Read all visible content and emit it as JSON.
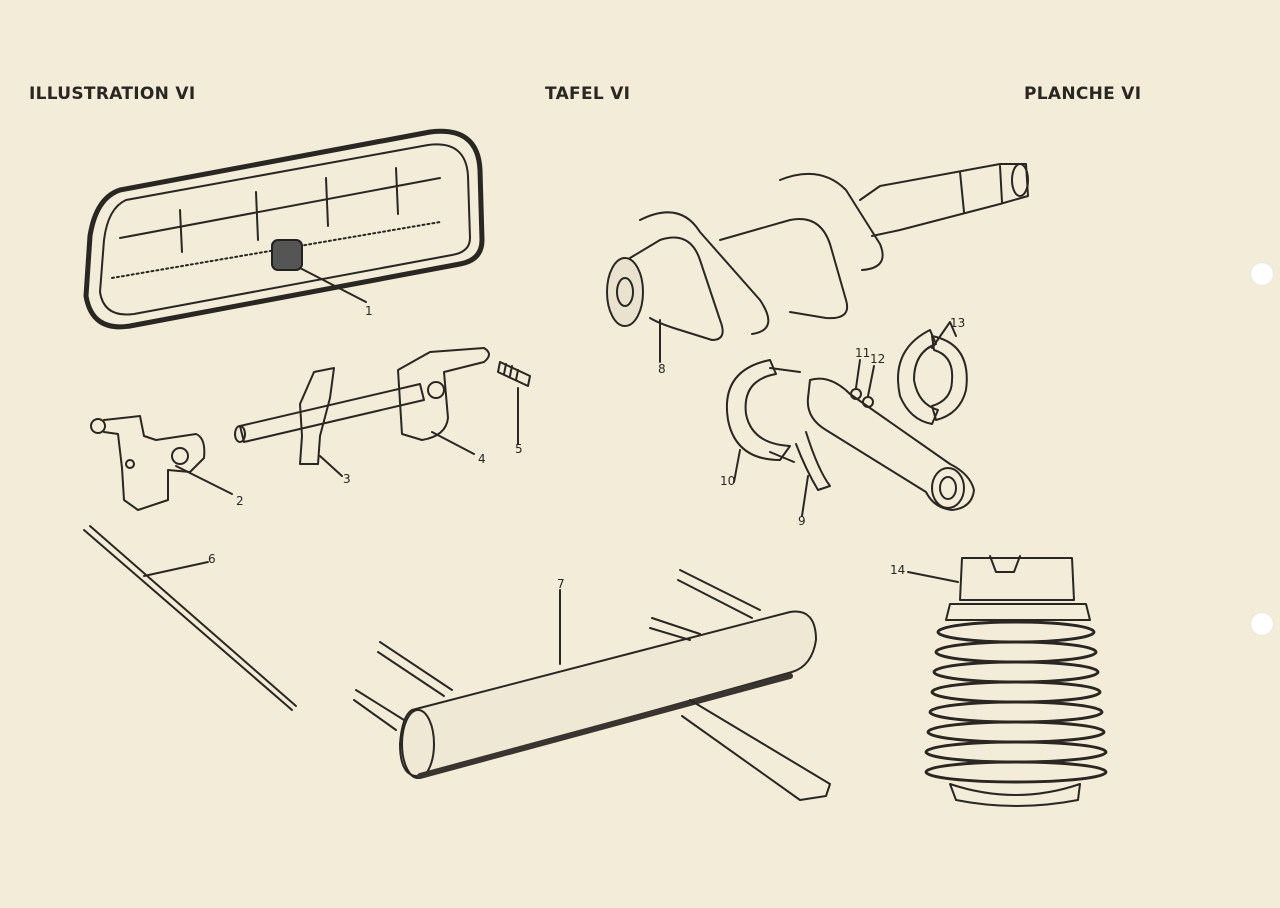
{
  "header": {
    "left": "ILLUSTRATION VI",
    "center": "TAFEL VI",
    "right": "PLANCHE VI"
  },
  "callouts": [
    "1",
    "2",
    "3",
    "4",
    "5",
    "6",
    "7",
    "8",
    "9",
    "10",
    "11",
    "12",
    "13",
    "14"
  ]
}
